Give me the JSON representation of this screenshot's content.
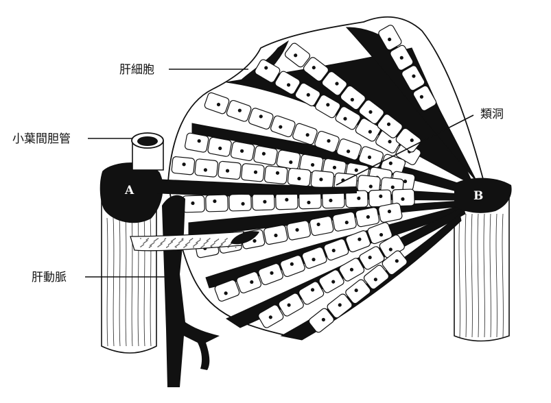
{
  "labels": {
    "hepatocyte": "肝細胞",
    "bile_duct": "小葉間胆管",
    "sinusoid": "類洞",
    "hepatic_artery": "肝動脈"
  },
  "vessel_letters": {
    "a": "A",
    "b": "B"
  },
  "colors": {
    "ink": "#111111",
    "paper": "#ffffff"
  }
}
